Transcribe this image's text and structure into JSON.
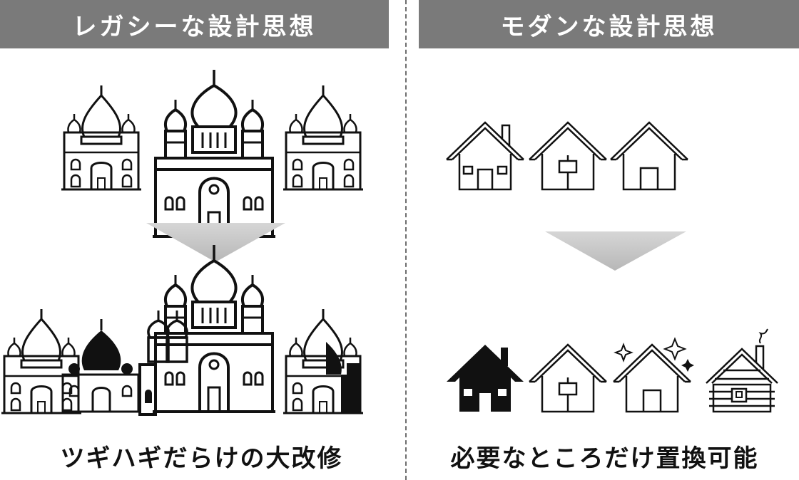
{
  "left": {
    "title": "レガシーな設計思想",
    "caption": "ツギハギだらけの大改修"
  },
  "right": {
    "title": "モダンな設計思想",
    "caption": "必要なところだけ置換可能"
  },
  "colors": {
    "banner": "#7a7a7a",
    "banner_text": "#ffffff",
    "arrow_top": "#d4d4d4",
    "arrow_bottom": "#b9b9b9",
    "line": "#111111"
  },
  "icons": {
    "left_before": [
      "small-mosque-icon",
      "palace-icon",
      "small-mosque-icon"
    ],
    "left_after": [
      "patched-mosque-icon",
      "patched-palace-icon",
      "half-filled-mosque-icon"
    ],
    "right_before": [
      "house-icon",
      "house-sign-icon",
      "house-icon"
    ],
    "right_after": [
      "filled-house-icon",
      "house-sign-icon",
      "sparkle-house-icon",
      "log-cabin-icon"
    ]
  }
}
